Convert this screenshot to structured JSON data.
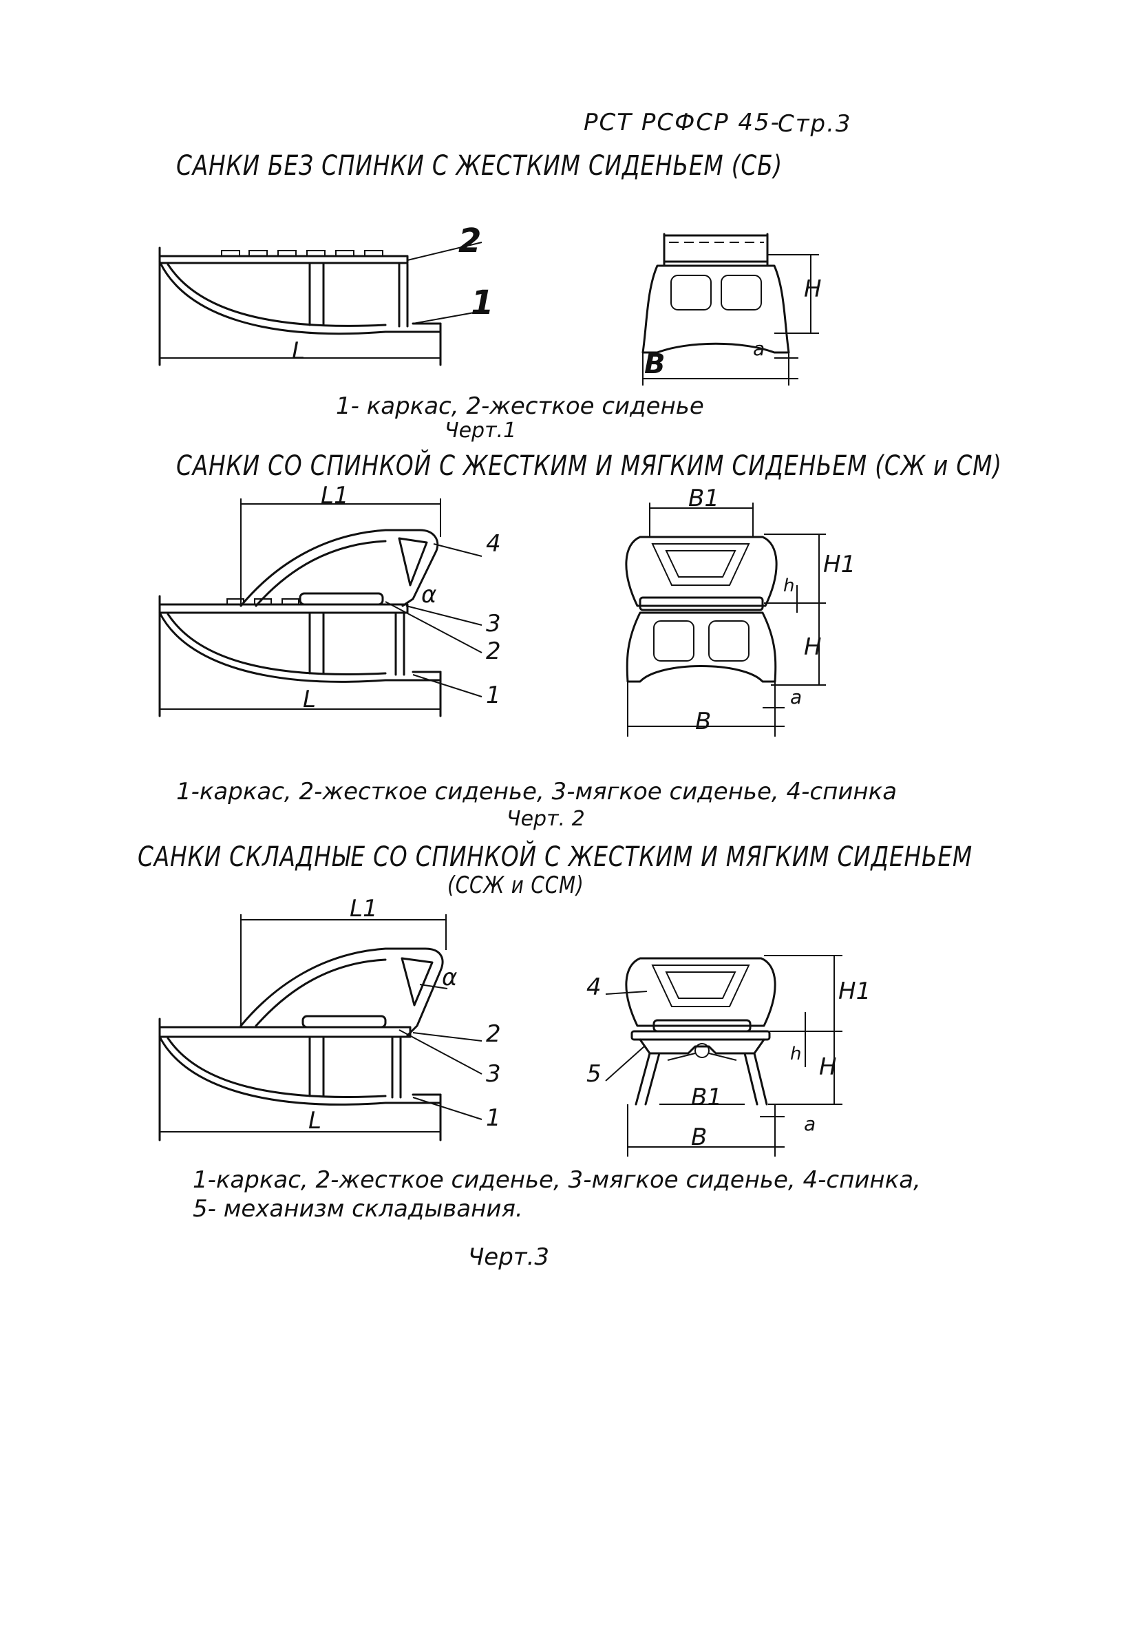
{
  "header": {
    "doc_ref": "РСТ РСФСР 45-",
    "page": "Стр.3"
  },
  "section1": {
    "title": "САНКИ БЕЗ СПИНКИ С ЖЕСТКИМ СИДЕНЬЕМ (СБ)",
    "caption": "1- каркас, 2-жесткое сиденье",
    "figure": "Черт.1",
    "labels": {
      "n1": "1",
      "n2": "2",
      "L": "L",
      "H": "H",
      "a": "a",
      "B": "B"
    }
  },
  "section2": {
    "title": "САНКИ СО СПИНКОЙ С ЖЕСТКИМ И МЯГКИМ СИДЕНЬЕМ (СЖ и СМ)",
    "caption": "1-каркас, 2-жесткое сиденье, 3-мягкое сиденье, 4-спинка",
    "figure": "Черт. 2",
    "labels": {
      "L1": "L1",
      "L": "L",
      "alpha": "α",
      "n1": "1",
      "n2": "2",
      "n3": "3",
      "n4": "4",
      "B1": "B1",
      "B": "B",
      "h": "h",
      "H1": "H1",
      "H": "H",
      "a": "a"
    }
  },
  "section3": {
    "title": "САНКИ СКЛАДНЫЕ СО СПИНКОЙ С ЖЕСТКИМ И МЯГКИМ СИДЕНЬЕМ",
    "subtitle": "(ССЖ и ССМ)",
    "caption_line1": "1-каркас, 2-жесткое сиденье, 3-мягкое сиденье, 4-спинка,",
    "caption_line2": "5- механизм складывания.",
    "figure": "Черт.3",
    "labels": {
      "L1": "L1",
      "L": "L",
      "alpha": "α",
      "n1": "1",
      "n2": "2",
      "n3": "3",
      "n4": "4",
      "n5": "5",
      "B1": "B1",
      "B": "B",
      "h": "h",
      "H1": "H1",
      "H": "H",
      "a": "a"
    }
  }
}
